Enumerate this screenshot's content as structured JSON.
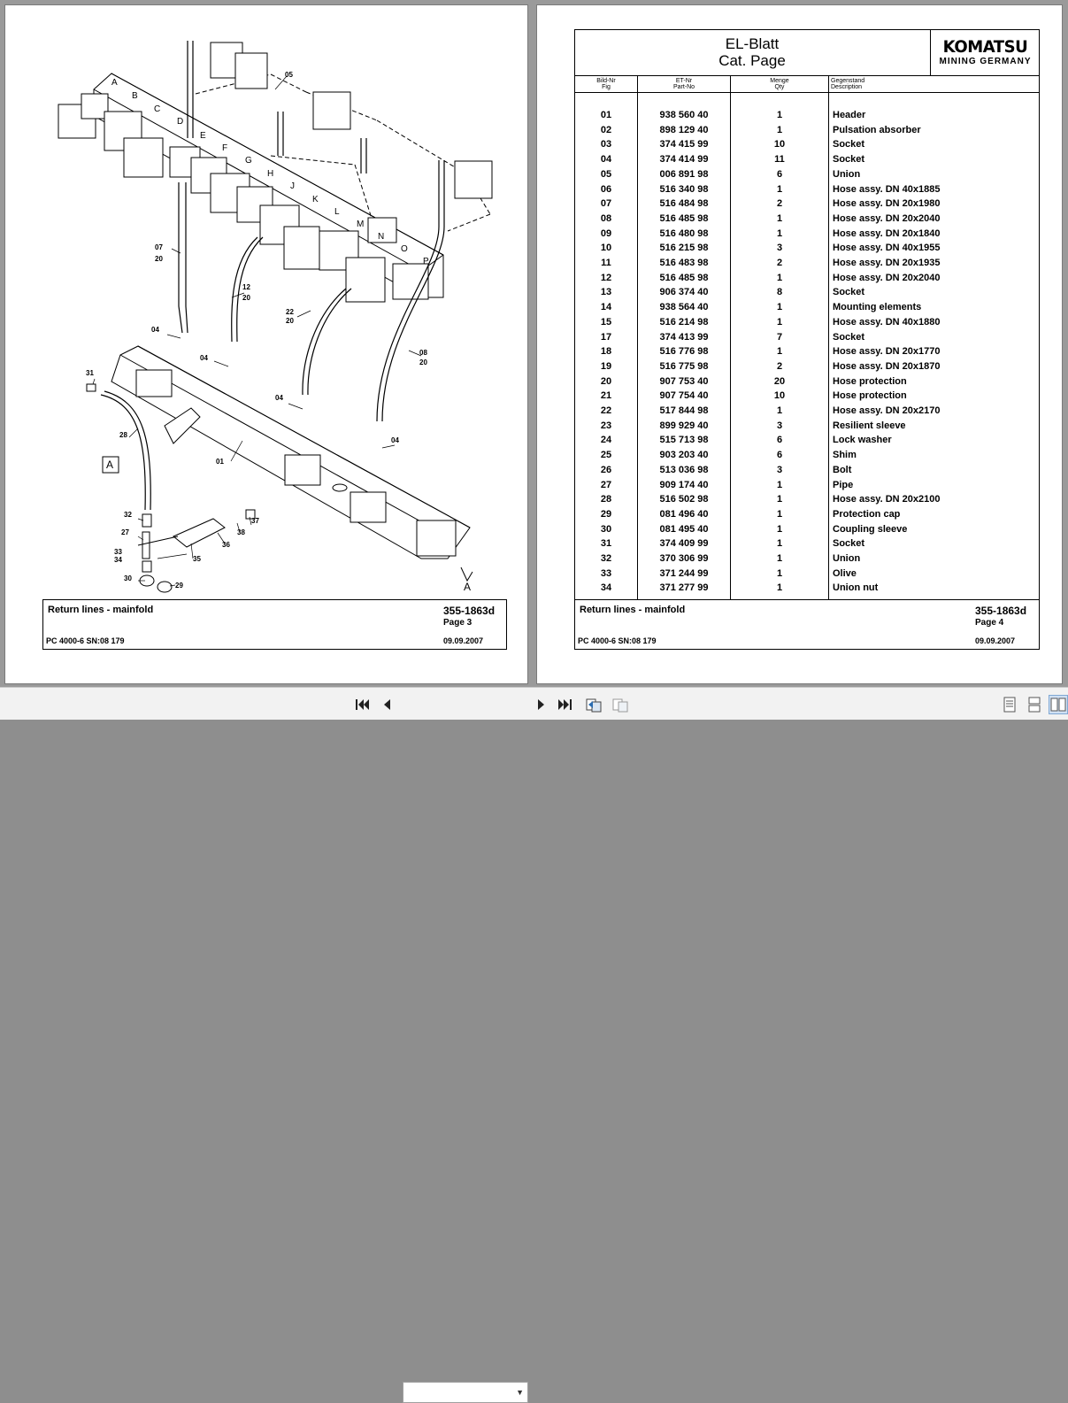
{
  "left_page": {
    "letters": [
      "A",
      "B",
      "C",
      "D",
      "E",
      "F",
      "G",
      "H",
      "J",
      "K",
      "L",
      "M",
      "N",
      "O",
      "P"
    ],
    "callouts": {
      "c05": "05",
      "c07": "07",
      "c20a": "20",
      "c12": "12",
      "c20b": "20",
      "c22": "22",
      "c20c": "20",
      "c08": "08",
      "c20d": "20",
      "c04a": "04",
      "c04b": "04",
      "c04c": "04",
      "c04d": "04",
      "c31": "31",
      "c28": "28",
      "c01": "01",
      "c32": "32",
      "c27": "27",
      "c33": "33",
      "c34": "34",
      "c30": "30",
      "c29": "29",
      "c35": "35",
      "c36": "36",
      "c38": "38",
      "c37": "37",
      "view_box": "A",
      "view_arrow": "A"
    },
    "title_block": {
      "title": "Return lines - mainfold",
      "doc_no": "355-1863d",
      "page": "Page 3",
      "model": "PC 4000-6 SN:08 179",
      "date": "09.09.2007"
    }
  },
  "right_page": {
    "header_title_1": "EL-Blatt",
    "header_title_2": "Cat. Page",
    "logo_main": "KOMATSU",
    "logo_sub": "MINING GERMANY",
    "columns": {
      "fig_de": "Bild-Nr",
      "fig_en": "Fig",
      "part_de": "ET-Nr",
      "part_en": "Part-No",
      "qty_de": "Menge",
      "qty_en": "Qty",
      "desc_de": "Gegenstand",
      "desc_en": "Description"
    },
    "parts": [
      {
        "fig": "01",
        "part": "938 560 40",
        "qty": "1",
        "desc": "Header"
      },
      {
        "fig": "02",
        "part": "898 129 40",
        "qty": "1",
        "desc": "Pulsation absorber"
      },
      {
        "fig": "03",
        "part": "374 415 99",
        "qty": "10",
        "desc": "Socket"
      },
      {
        "fig": "04",
        "part": "374 414 99",
        "qty": "11",
        "desc": "Socket"
      },
      {
        "fig": "05",
        "part": "006 891 98",
        "qty": "6",
        "desc": "Union"
      },
      {
        "fig": "06",
        "part": "516 340 98",
        "qty": "1",
        "desc": "Hose assy. DN 40x1885"
      },
      {
        "fig": "07",
        "part": "516 484 98",
        "qty": "2",
        "desc": "Hose assy. DN 20x1980"
      },
      {
        "fig": "08",
        "part": "516 485 98",
        "qty": "1",
        "desc": "Hose assy. DN 20x2040"
      },
      {
        "fig": "09",
        "part": "516 480 98",
        "qty": "1",
        "desc": "Hose assy. DN 20x1840"
      },
      {
        "fig": "10",
        "part": "516 215 98",
        "qty": "3",
        "desc": "Hose assy. DN 40x1955"
      },
      {
        "fig": "11",
        "part": "516 483 98",
        "qty": "2",
        "desc": "Hose assy. DN 20x1935"
      },
      {
        "fig": "12",
        "part": "516 485 98",
        "qty": "1",
        "desc": "Hose assy. DN 20x2040"
      },
      {
        "fig": "13",
        "part": "906 374 40",
        "qty": "8",
        "desc": "Socket"
      },
      {
        "fig": "14",
        "part": "938 564 40",
        "qty": "1",
        "desc": "Mounting elements"
      },
      {
        "fig": "15",
        "part": "516 214 98",
        "qty": "1",
        "desc": "Hose assy. DN 40x1880"
      },
      {
        "fig": "17",
        "part": "374 413 99",
        "qty": "7",
        "desc": "Socket"
      },
      {
        "fig": "18",
        "part": "516 776 98",
        "qty": "1",
        "desc": "Hose assy. DN 20x1770"
      },
      {
        "fig": "19",
        "part": "516 775 98",
        "qty": "2",
        "desc": "Hose assy. DN 20x1870"
      },
      {
        "fig": "20",
        "part": "907 753 40",
        "qty": "20",
        "desc": "Hose protection"
      },
      {
        "fig": "21",
        "part": "907 754 40",
        "qty": "10",
        "desc": "Hose protection"
      },
      {
        "fig": "22",
        "part": "517 844 98",
        "qty": "1",
        "desc": "Hose assy. DN 20x2170"
      },
      {
        "fig": "23",
        "part": "899 929 40",
        "qty": "3",
        "desc": "Resilient sleeve"
      },
      {
        "fig": "24",
        "part": "515 713 98",
        "qty": "6",
        "desc": "Lock washer"
      },
      {
        "fig": "25",
        "part": "903 203 40",
        "qty": "6",
        "desc": "Shim"
      },
      {
        "fig": "26",
        "part": "513 036 98",
        "qty": "3",
        "desc": "Bolt"
      },
      {
        "fig": "27",
        "part": "909 174 40",
        "qty": "1",
        "desc": "Pipe"
      },
      {
        "fig": "28",
        "part": "516 502 98",
        "qty": "1",
        "desc": "Hose assy. DN 20x2100"
      },
      {
        "fig": "29",
        "part": "081 496 40",
        "qty": "1",
        "desc": "Protection cap"
      },
      {
        "fig": "30",
        "part": "081 495 40",
        "qty": "1",
        "desc": "Coupling sleeve"
      },
      {
        "fig": "31",
        "part": "374 409 99",
        "qty": "1",
        "desc": "Socket"
      },
      {
        "fig": "32",
        "part": "370 306 99",
        "qty": "1",
        "desc": "Union"
      },
      {
        "fig": "33",
        "part": "371 244 99",
        "qty": "1",
        "desc": "Olive"
      },
      {
        "fig": "34",
        "part": "371 277 99",
        "qty": "1",
        "desc": "Union nut"
      }
    ],
    "title_block": {
      "title": "Return lines - mainfold",
      "doc_no": "355-1863d",
      "page": "Page 4",
      "model": "PC 4000-6 SN:08 179",
      "date": "09.09.2007"
    }
  },
  "toolbar": {
    "page_select_value": "",
    "icons": [
      "first-page-icon",
      "prev-page-icon",
      "next-page-icon",
      "last-page-icon",
      "go-back-view-icon",
      "go-forward-view-icon",
      "single-page-view-icon",
      "continuous-view-icon",
      "facing-pages-view-icon"
    ]
  }
}
